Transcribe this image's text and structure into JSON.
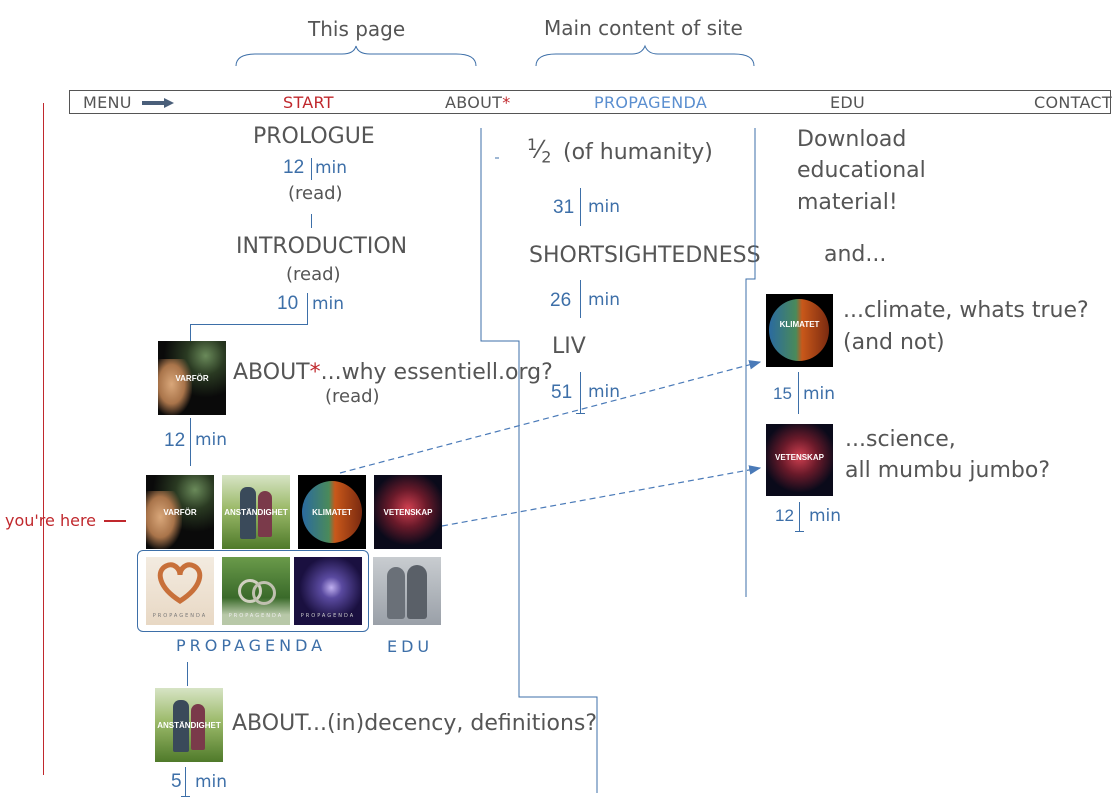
{
  "header": {
    "this_page": "This page",
    "main_content": "Main content of site"
  },
  "nav": {
    "menu": "MENU",
    "start": "START",
    "about": "ABOUT",
    "about_star": "*",
    "propagenda": "PROPAGENDA",
    "edu": "EDU",
    "contact": "CONTACT"
  },
  "col1": {
    "prologue": "PROLOGUE",
    "prologue_num": "12",
    "prologue_unit": "min",
    "prologue_read": "(read)",
    "introduction": "INTRODUCTION",
    "introduction_read": "(read)",
    "introduction_num": "10",
    "introduction_unit": "min",
    "about_why_prefix": "ABOUT",
    "about_why_star": "*",
    "about_why_text": "...why essentiell.org?",
    "about_why_read": "(read)",
    "about_why_num": "12",
    "about_why_unit": "min",
    "you_are_here": "you're here",
    "propagenda_label": "PROPAGENDA",
    "edu_label": "EDU",
    "about_decency": "ABOUT...(in)decency, definitions?",
    "about_decency_num": "5",
    "about_decency_unit": "min"
  },
  "col2": {
    "half_num": "1",
    "half_den": "2",
    "half_text": "(of humanity)",
    "half_num_min": "31",
    "half_unit": "min",
    "shortsight": "SHORTSIGHTEDNESS",
    "shortsight_num": "26",
    "shortsight_unit": "min",
    "liv": "LIV",
    "liv_num": "51",
    "liv_unit": "min"
  },
  "col3": {
    "download": "Download",
    "educational": "educational",
    "material": "material!",
    "and": "and...",
    "climate1": "...climate, whats true?",
    "climate2": "(and not)",
    "climate_num": "15",
    "climate_unit": "min",
    "science1": "...science,",
    "science2": "all mumbu jumbo?",
    "science_num": "12",
    "science_unit": "min"
  },
  "thumbs": {
    "varfor": "VARFÖR",
    "anstandighet": "ANSTÄNDIGHET",
    "klimatet": "KLIMATET",
    "vetenskap": "VETENSKAP",
    "propagenda_small": "PROPAGENDA"
  },
  "colors": {
    "accent_blue": "#3d6fa8",
    "red": "#c0282d",
    "gray_text": "#555555"
  }
}
